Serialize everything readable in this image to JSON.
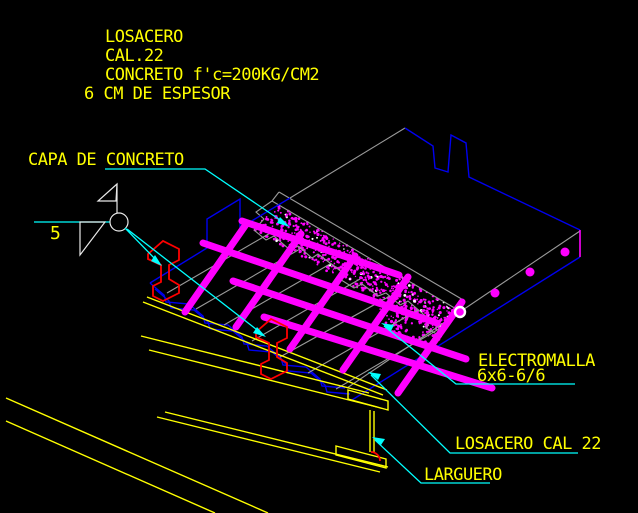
{
  "drawing_background": "#000000",
  "colors": {
    "text_and_steel": "#FFFF00",
    "leaders": "#00FFFF",
    "deck_outline": "#0000EF",
    "concrete_edges": "#9A9A9A",
    "wire_mesh": "#FF00FF",
    "clip_connectors": "#FF0000",
    "detail_symbol": "#E8E8E8"
  },
  "spec_block": {
    "line1": "LOSACERO",
    "line2": "CAL.22",
    "line3": "CONCRETO f'c=200KG/CM2",
    "line4": "6 CM DE ESPESOR"
  },
  "labels": {
    "concrete_layer": "CAPA DE CONCRETO",
    "mesh_name": "ELECTROMALLA",
    "mesh_size": "6x6-6/6",
    "deck_gauge": "LOSACERO CAL 22",
    "stringer": "LARGUERO",
    "detail_number": "5"
  }
}
